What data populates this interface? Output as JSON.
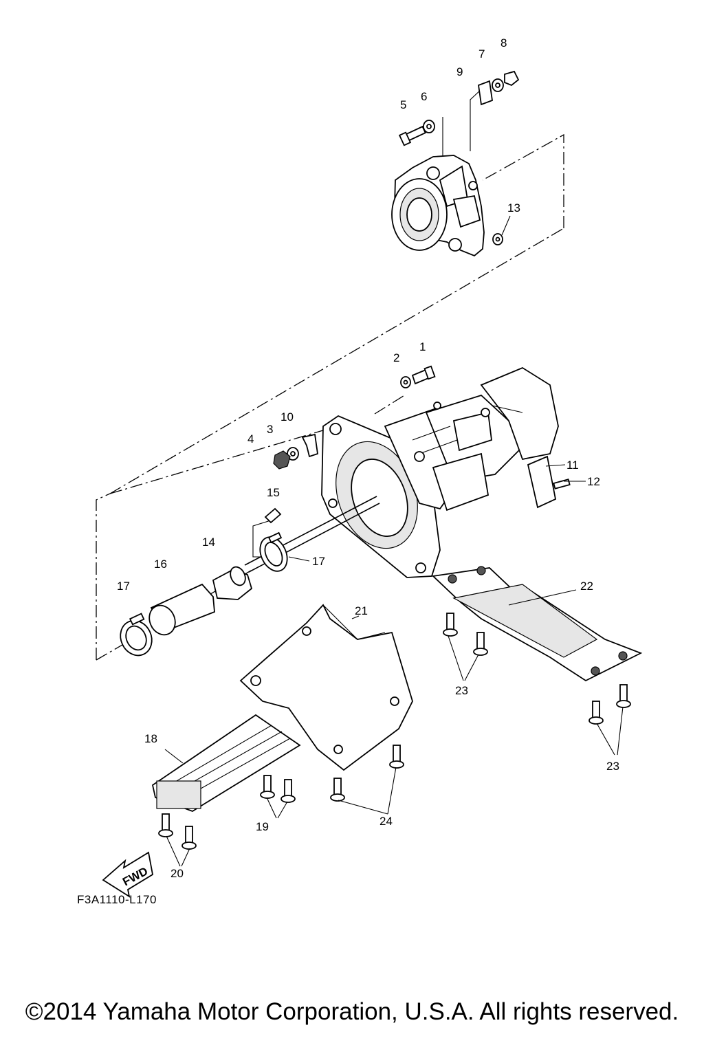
{
  "callouts": [
    "1",
    "2",
    "3",
    "4",
    "5",
    "6",
    "7",
    "8",
    "9",
    "10",
    "11",
    "12",
    "13",
    "14",
    "15",
    "16",
    "17",
    "18",
    "19",
    "20",
    "21",
    "22",
    "23",
    "24"
  ],
  "fwd_label": "FWD",
  "reference_code": "F3A1110-L170",
  "copyright": "©2014 Yamaha Motor Corporation, U.S.A. All rights reserved."
}
